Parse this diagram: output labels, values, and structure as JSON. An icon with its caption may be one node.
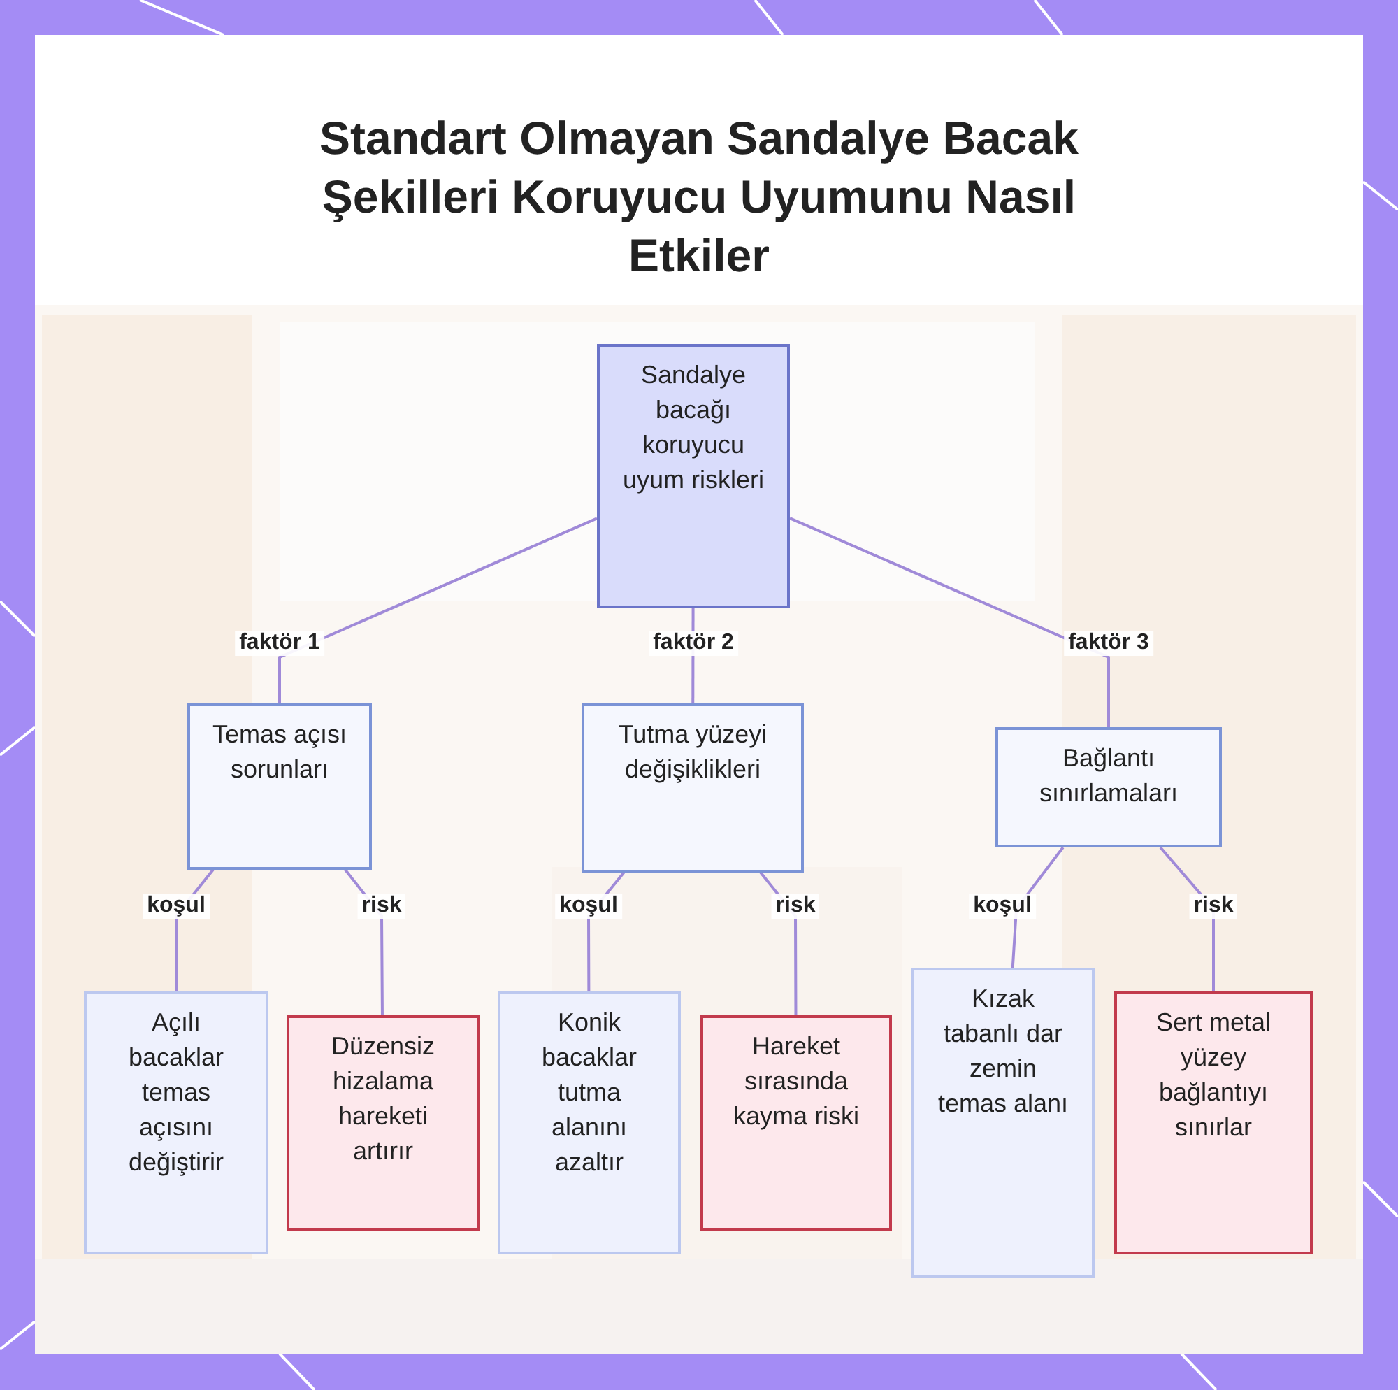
{
  "diagram": {
    "title": "Standart Olmayan Sandalye Bacak Şekilleri Koruyucu Uyumunu Nasıl Etkiler",
    "nodes": [
      {
        "text": [
          "Sandalye bacağı koruyucu uyum riskleri"
        ]
      },
      {
        "text": [
          "Temas açısı sorunları"
        ]
      },
      {
        "text": [
          "Tutma yüzeyi değişiklikleri"
        ]
      },
      {
        "text": [
          "Bağlantı sınırlamaları"
        ]
      },
      {
        "text": [
          "Açılı bacaklar temas açısını değiştirir"
        ]
      },
      {
        "text": [
          "Düzensiz hizalama hareketi artırır"
        ]
      },
      {
        "text": [
          "Konik bacaklar tutma alanını azaltır"
        ]
      },
      {
        "text": [
          "Hareket sırasında kayma riski"
        ]
      },
      {
        "text": [
          "Kızak tabanlı dar zemin temas alanı"
        ]
      },
      {
        "text": [
          "Sert metal yüzey bağlantıyı sınırlar"
        ]
      }
    ],
    "edges": [
      {
        "from": 0,
        "to": 1,
        "arrow": "none",
        "label": "faktör 1"
      },
      {
        "from": 0,
        "to": 2,
        "arrow": "none",
        "label": "faktör 2"
      },
      {
        "from": 0,
        "to": 3,
        "arrow": "none",
        "label": "faktör 3"
      },
      {
        "from": 1,
        "to": 4,
        "arrow": "none",
        "label": "koşul"
      },
      {
        "from": 1,
        "to": 5,
        "arrow": "none",
        "label": "risk"
      },
      {
        "from": 2,
        "to": 6,
        "arrow": "none",
        "label": "koşul"
      },
      {
        "from": 2,
        "to": 7,
        "arrow": "none",
        "label": "risk"
      },
      {
        "from": 3,
        "to": 8,
        "arrow": "none",
        "label": "koşul"
      },
      {
        "from": 3,
        "to": 9,
        "arrow": "none",
        "label": "risk"
      }
    ]
  }
}
